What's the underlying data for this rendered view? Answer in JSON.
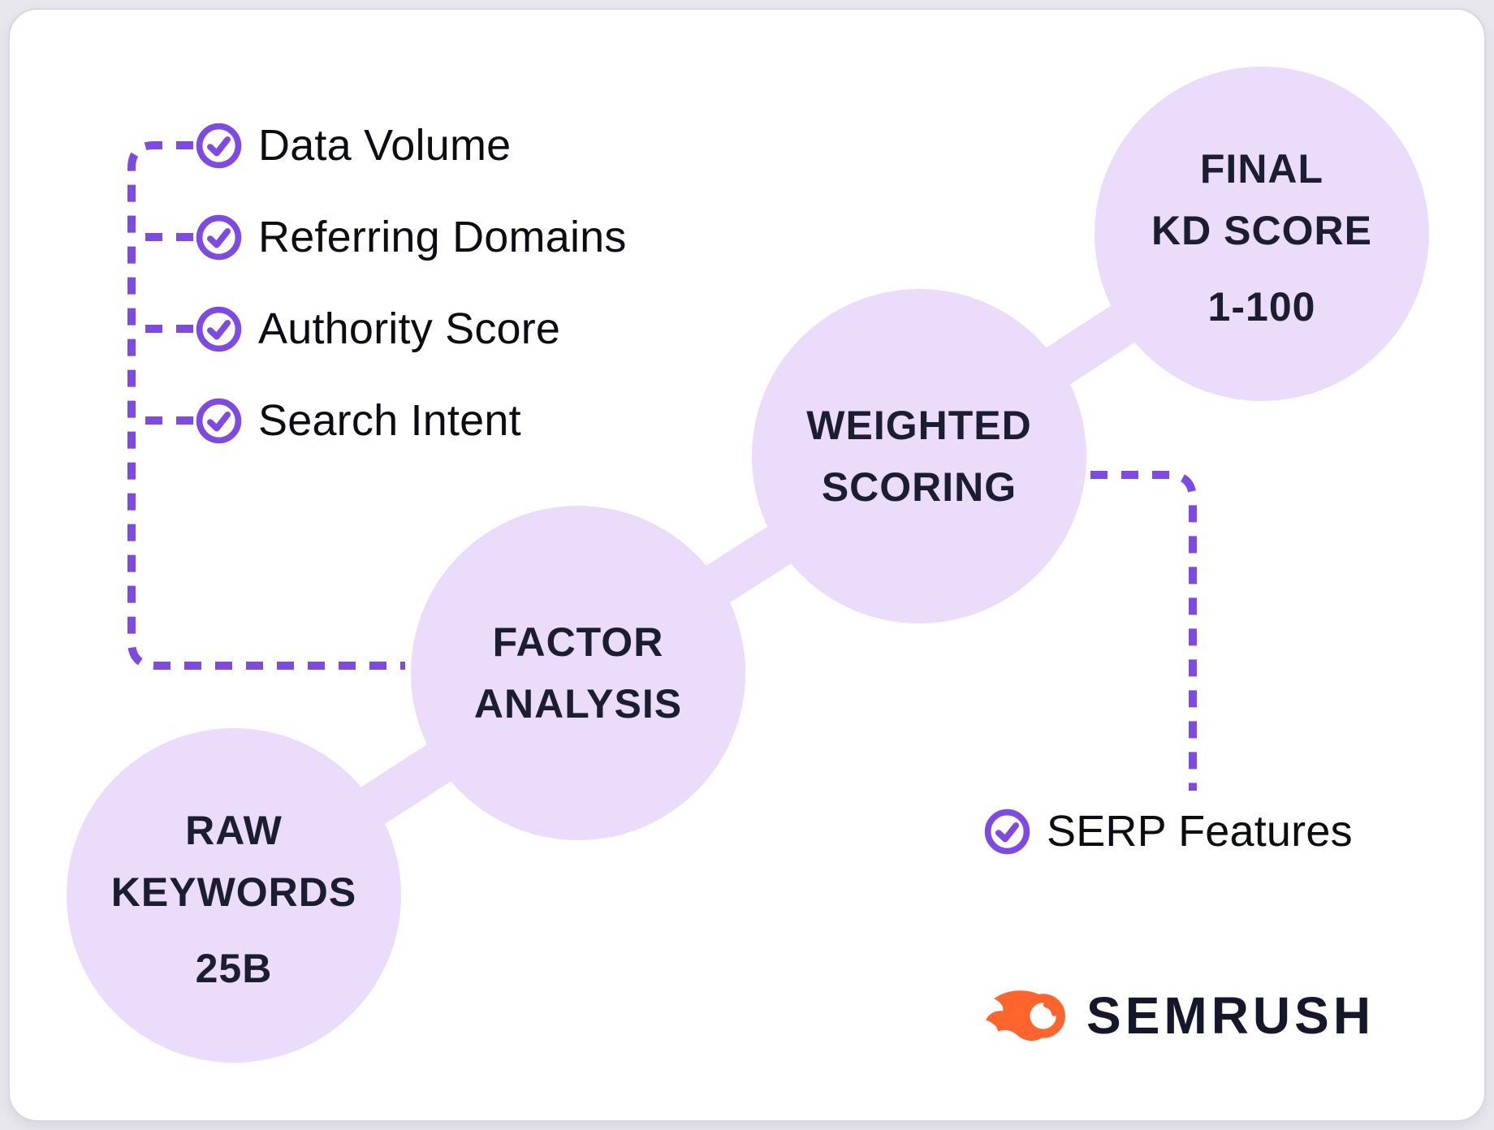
{
  "colors": {
    "page_bg": "#E8E7ED",
    "card_bg": "#FFFFFF",
    "card_border": "#D9D8E1",
    "lavender": "#ECDCFC",
    "purple": "#7E4AE2",
    "text_dark": "#1B1E30",
    "text_black": "#0C0D12",
    "orange": "#FF642D",
    "logo_text": "#15182B"
  },
  "checklist": {
    "items": [
      {
        "label": "Data Volume"
      },
      {
        "label": "Referring Domains"
      },
      {
        "label": "Authority Score"
      },
      {
        "label": "Search Intent"
      }
    ]
  },
  "serp": {
    "label": "SERP Features"
  },
  "flow": {
    "nodes": [
      {
        "id": "raw-keywords",
        "line1": "RAW",
        "line2": "KEYWORDS",
        "value": "25B"
      },
      {
        "id": "factor-analysis",
        "line1": "FACTOR",
        "line2": "ANALYSIS",
        "value": ""
      },
      {
        "id": "weighted-scoring",
        "line1": "WEIGHTED",
        "line2": "SCORING",
        "value": ""
      },
      {
        "id": "final-kd-score",
        "line1": "FINAL",
        "line2": "KD SCORE",
        "value": "1-100"
      }
    ]
  },
  "logo": {
    "brand": "SEMRUSH"
  }
}
